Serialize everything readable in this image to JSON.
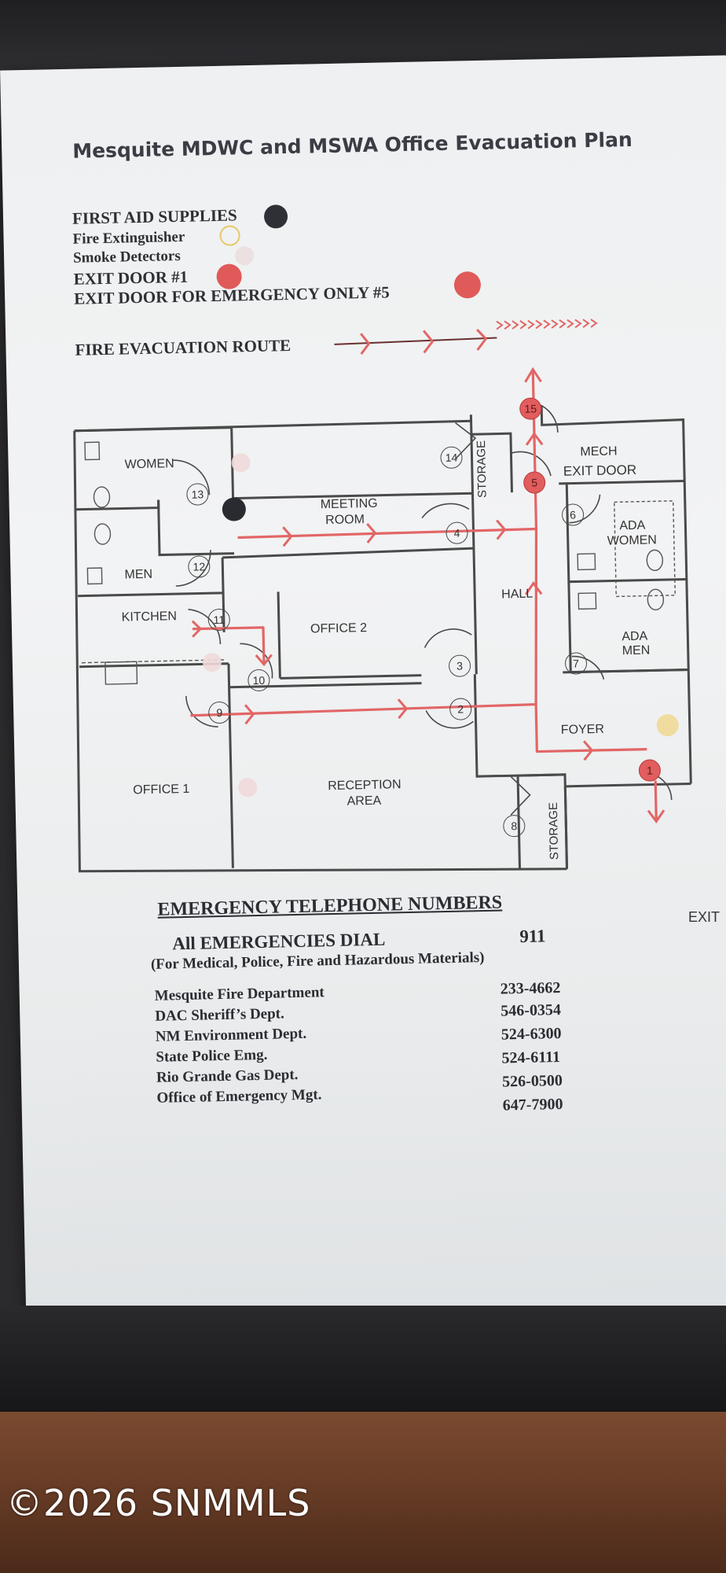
{
  "title": "Mesquite MDWC and MSWA Office Evacuation Plan",
  "legend": {
    "first_aid": "FIRST AID SUPPLIES",
    "extinguisher": "Fire Extinguisher",
    "smoke": "Smoke Detectors",
    "exit1": "EXIT DOOR  #1",
    "exit5": "EXIT DOOR FOR EMERGENCY ONLY #5",
    "route": "FIRE EVACUATION ROUTE"
  },
  "colors": {
    "first_aid": "#2f3035",
    "extinguisher": "#e8c86a",
    "smoke": "#e6b4b4",
    "exit": "#e05a5a",
    "route": "#e26666"
  },
  "rooms": {
    "women": "WOMEN",
    "men": "MEN",
    "meeting1": "MEETING",
    "meeting2": "ROOM",
    "storage_top": "STORAGE",
    "mech": "MECH",
    "exit_door": "EXIT DOOR",
    "ada_women1": "ADA",
    "ada_women2": "WOMEN",
    "hall": "HALL",
    "kitchen": "KITCHEN",
    "office2": "OFFICE 2",
    "ada_men1": "ADA",
    "ada_men2": "MEN",
    "foyer": "FOYER",
    "office1": "OFFICE 1",
    "reception1": "RECEPTION",
    "reception2": "AREA",
    "storage_bottom": "STORAGE",
    "exit_outside": "EXIT"
  },
  "doors": [
    "1",
    "2",
    "3",
    "4",
    "5",
    "6",
    "7",
    "8",
    "9",
    "10",
    "11",
    "12",
    "13",
    "14",
    "15"
  ],
  "emergency": {
    "heading": "EMERGENCY TELEPHONE NUMBERS",
    "all_label": "All EMERGENCIES DIAL",
    "all_number": "911",
    "all_note": "(For Medical, Police, Fire and Hazardous Materials)",
    "contacts": [
      {
        "name": "Mesquite Fire Department",
        "number": "233-4662"
      },
      {
        "name": "DAC Sheriff’s Dept.",
        "number": "546-0354"
      },
      {
        "name": "NM Environment Dept.",
        "number": "524-6300"
      },
      {
        "name": "State Police Emg.",
        "number": "524-6111"
      },
      {
        "name": "Rio Grande Gas Dept.",
        "number": "526-0500"
      },
      {
        "name": "Office of Emergency Mgt.",
        "number": "647-7900"
      }
    ]
  },
  "watermark": "©2026 SNMMLS"
}
